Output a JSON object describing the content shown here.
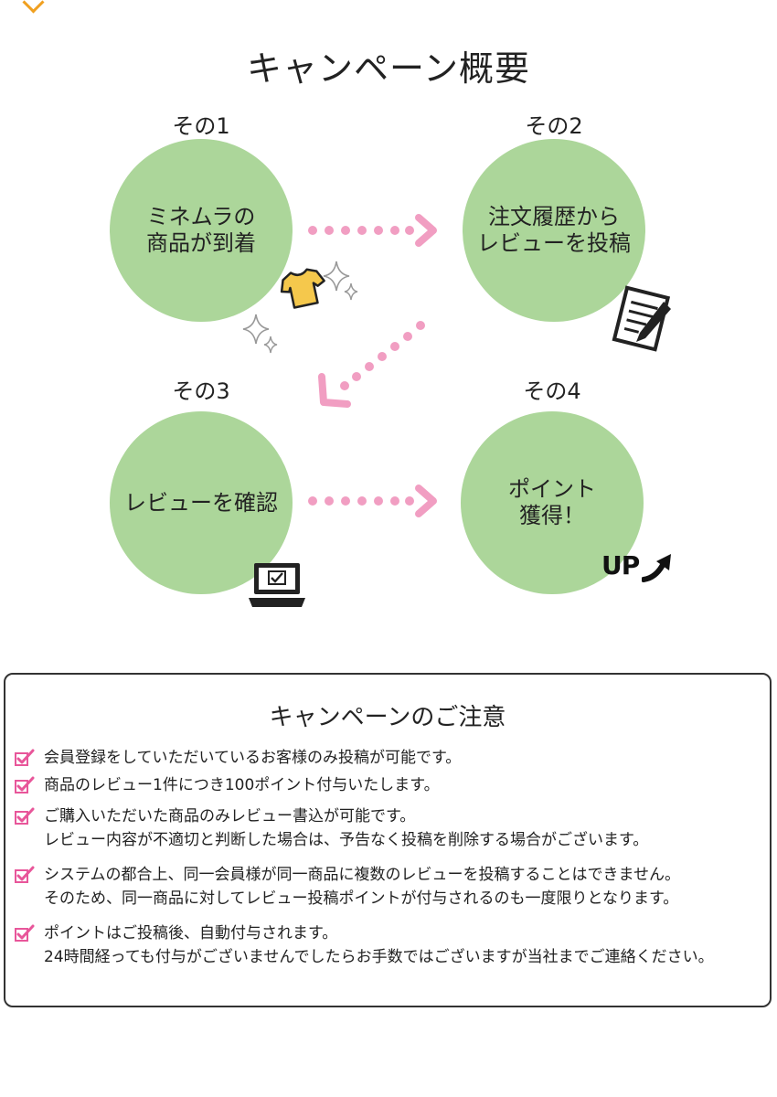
{
  "overview": {
    "title": "キャンペーン概要",
    "steps": [
      {
        "label": "その1",
        "text": [
          "ミネムラの",
          "商品が到着"
        ]
      },
      {
        "label": "その2",
        "text": [
          "注文履歴から",
          "レビューを投稿"
        ]
      },
      {
        "label": "その3",
        "text": [
          "レビューを確認"
        ]
      },
      {
        "label": "その4",
        "text": [
          "ポイント",
          "獲得！"
        ]
      }
    ],
    "up_badge": "UP"
  },
  "notes": {
    "title": "キャンペーンのご注意",
    "items": [
      {
        "lines": [
          "会員登録をしていただいているお客様のみ投稿が可能です。"
        ]
      },
      {
        "lines": [
          "商品のレビュー1件につき100ポイント付与いたします。"
        ]
      },
      {
        "lines": [
          "ご購入いただいた商品のみレビュー書込が可能です。",
          "レビュー内容が不適切と判断した場合は、予告なく投稿を削除する場合がございます。"
        ]
      },
      {
        "lines": [
          "システムの都合上、同一会員様が同一商品に複数のレビューを投稿することはできません。",
          "そのため、同一商品に対してレビュー投稿ポイントが付与されるのも一度限りとなります。"
        ]
      },
      {
        "lines": [
          "ポイントはご投稿後、自動付与されます。",
          "24時間経っても付与がございませんでしたらお手数ではございますが当社までご連絡ください。"
        ]
      }
    ]
  },
  "colors": {
    "circle": "#acd69a",
    "arrow": "#f19ec2",
    "check": "#e8569a"
  }
}
